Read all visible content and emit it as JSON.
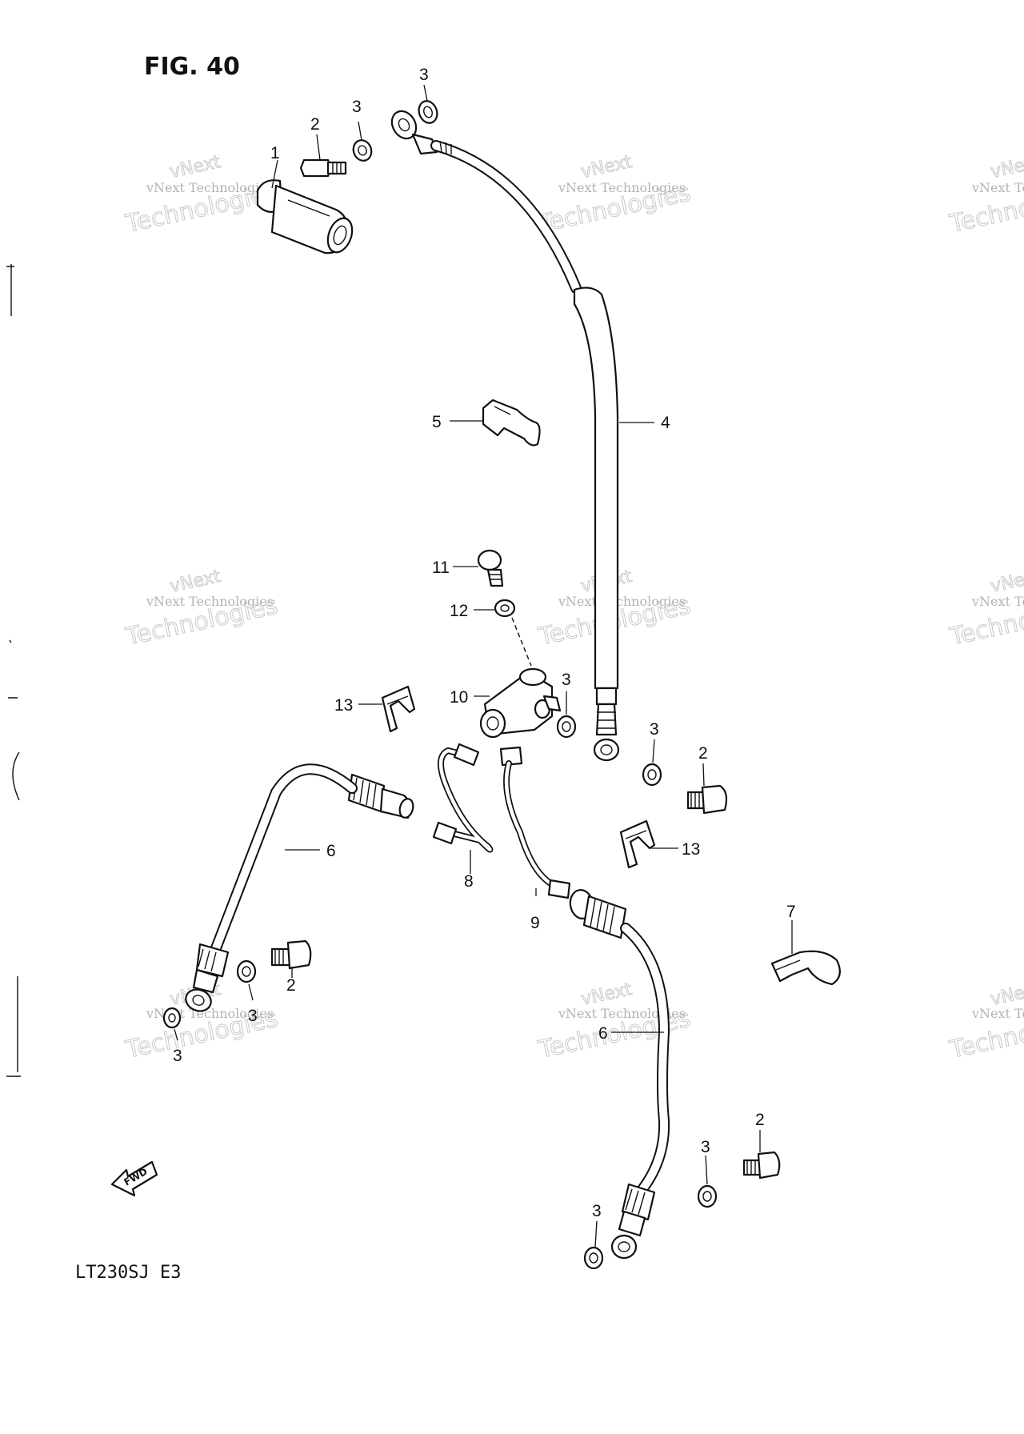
{
  "figure": {
    "title": "FIG. 40",
    "model_code": "LT230SJ  E3"
  },
  "watermark": {
    "line_a": "vNext Technologies",
    "line_b": "vNext",
    "line_c": "Technologies"
  },
  "callouts": [
    {
      "id": "c1",
      "text": "1"
    },
    {
      "id": "c2a",
      "text": "2"
    },
    {
      "id": "c3a",
      "text": "3"
    },
    {
      "id": "c3b",
      "text": "3"
    },
    {
      "id": "c4",
      "text": "4"
    },
    {
      "id": "c5",
      "text": "5"
    },
    {
      "id": "c11",
      "text": "11"
    },
    {
      "id": "c12",
      "text": "12"
    },
    {
      "id": "c10",
      "text": "10"
    },
    {
      "id": "c3c",
      "text": "3"
    },
    {
      "id": "c13a",
      "text": "13"
    },
    {
      "id": "c3d",
      "text": "3"
    },
    {
      "id": "c2b",
      "text": "2"
    },
    {
      "id": "c13b",
      "text": "13"
    },
    {
      "id": "c6",
      "text": "6"
    },
    {
      "id": "c8",
      "text": "8"
    },
    {
      "id": "c9",
      "text": "9"
    },
    {
      "id": "c7",
      "text": "7"
    },
    {
      "id": "c2c",
      "text": "2"
    },
    {
      "id": "c3e",
      "text": "3"
    },
    {
      "id": "c3f",
      "text": "3"
    },
    {
      "id": "c6b",
      "text": "6"
    },
    {
      "id": "c2d",
      "text": "2"
    },
    {
      "id": "c3g",
      "text": "3"
    },
    {
      "id": "c3h",
      "text": "3"
    }
  ],
  "fwd_label": "FWD"
}
